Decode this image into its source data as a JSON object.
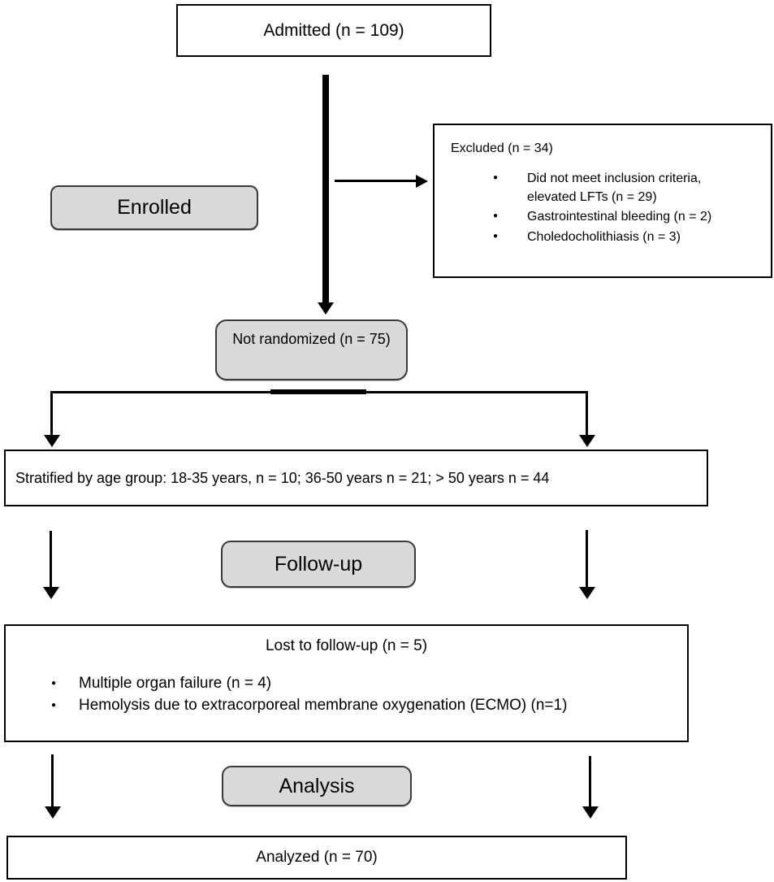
{
  "diagram": {
    "admitted": {
      "label": "Admitted (n = 109)"
    },
    "enrolled_stage": {
      "label": "Enrolled"
    },
    "excluded": {
      "title": "Excluded (n = 34)",
      "bullets": [
        "Did not meet inclusion criteria, elevated LFTs (n = 29)",
        "Gastrointestinal bleeding (n = 2)",
        "Choledocholithiasis  (n = 3)"
      ]
    },
    "not_randomized": {
      "label": "Not randomized (n = 75)"
    },
    "stratified": {
      "label": "Stratified by age group: 18-35 years, n = 10; 36-50 years n = 21; > 50 years n = 44"
    },
    "followup_stage": {
      "label": "Follow-up"
    },
    "lost": {
      "title": "Lost to follow-up (n = 5)",
      "bullets": [
        "Multiple organ failure (n = 4)",
        "Hemolysis due to extracorporeal membrane oxygenation (ECMO) (n=1)"
      ]
    },
    "analysis_stage": {
      "label": "Analysis"
    },
    "analyzed": {
      "label": "Analyzed (n = 70)"
    }
  },
  "colors": {
    "stage_fill": "#d9d9d9",
    "stage_border": "#3a3a3a",
    "box_border": "#000000",
    "arrow": "#000000",
    "background": "#ffffff"
  }
}
